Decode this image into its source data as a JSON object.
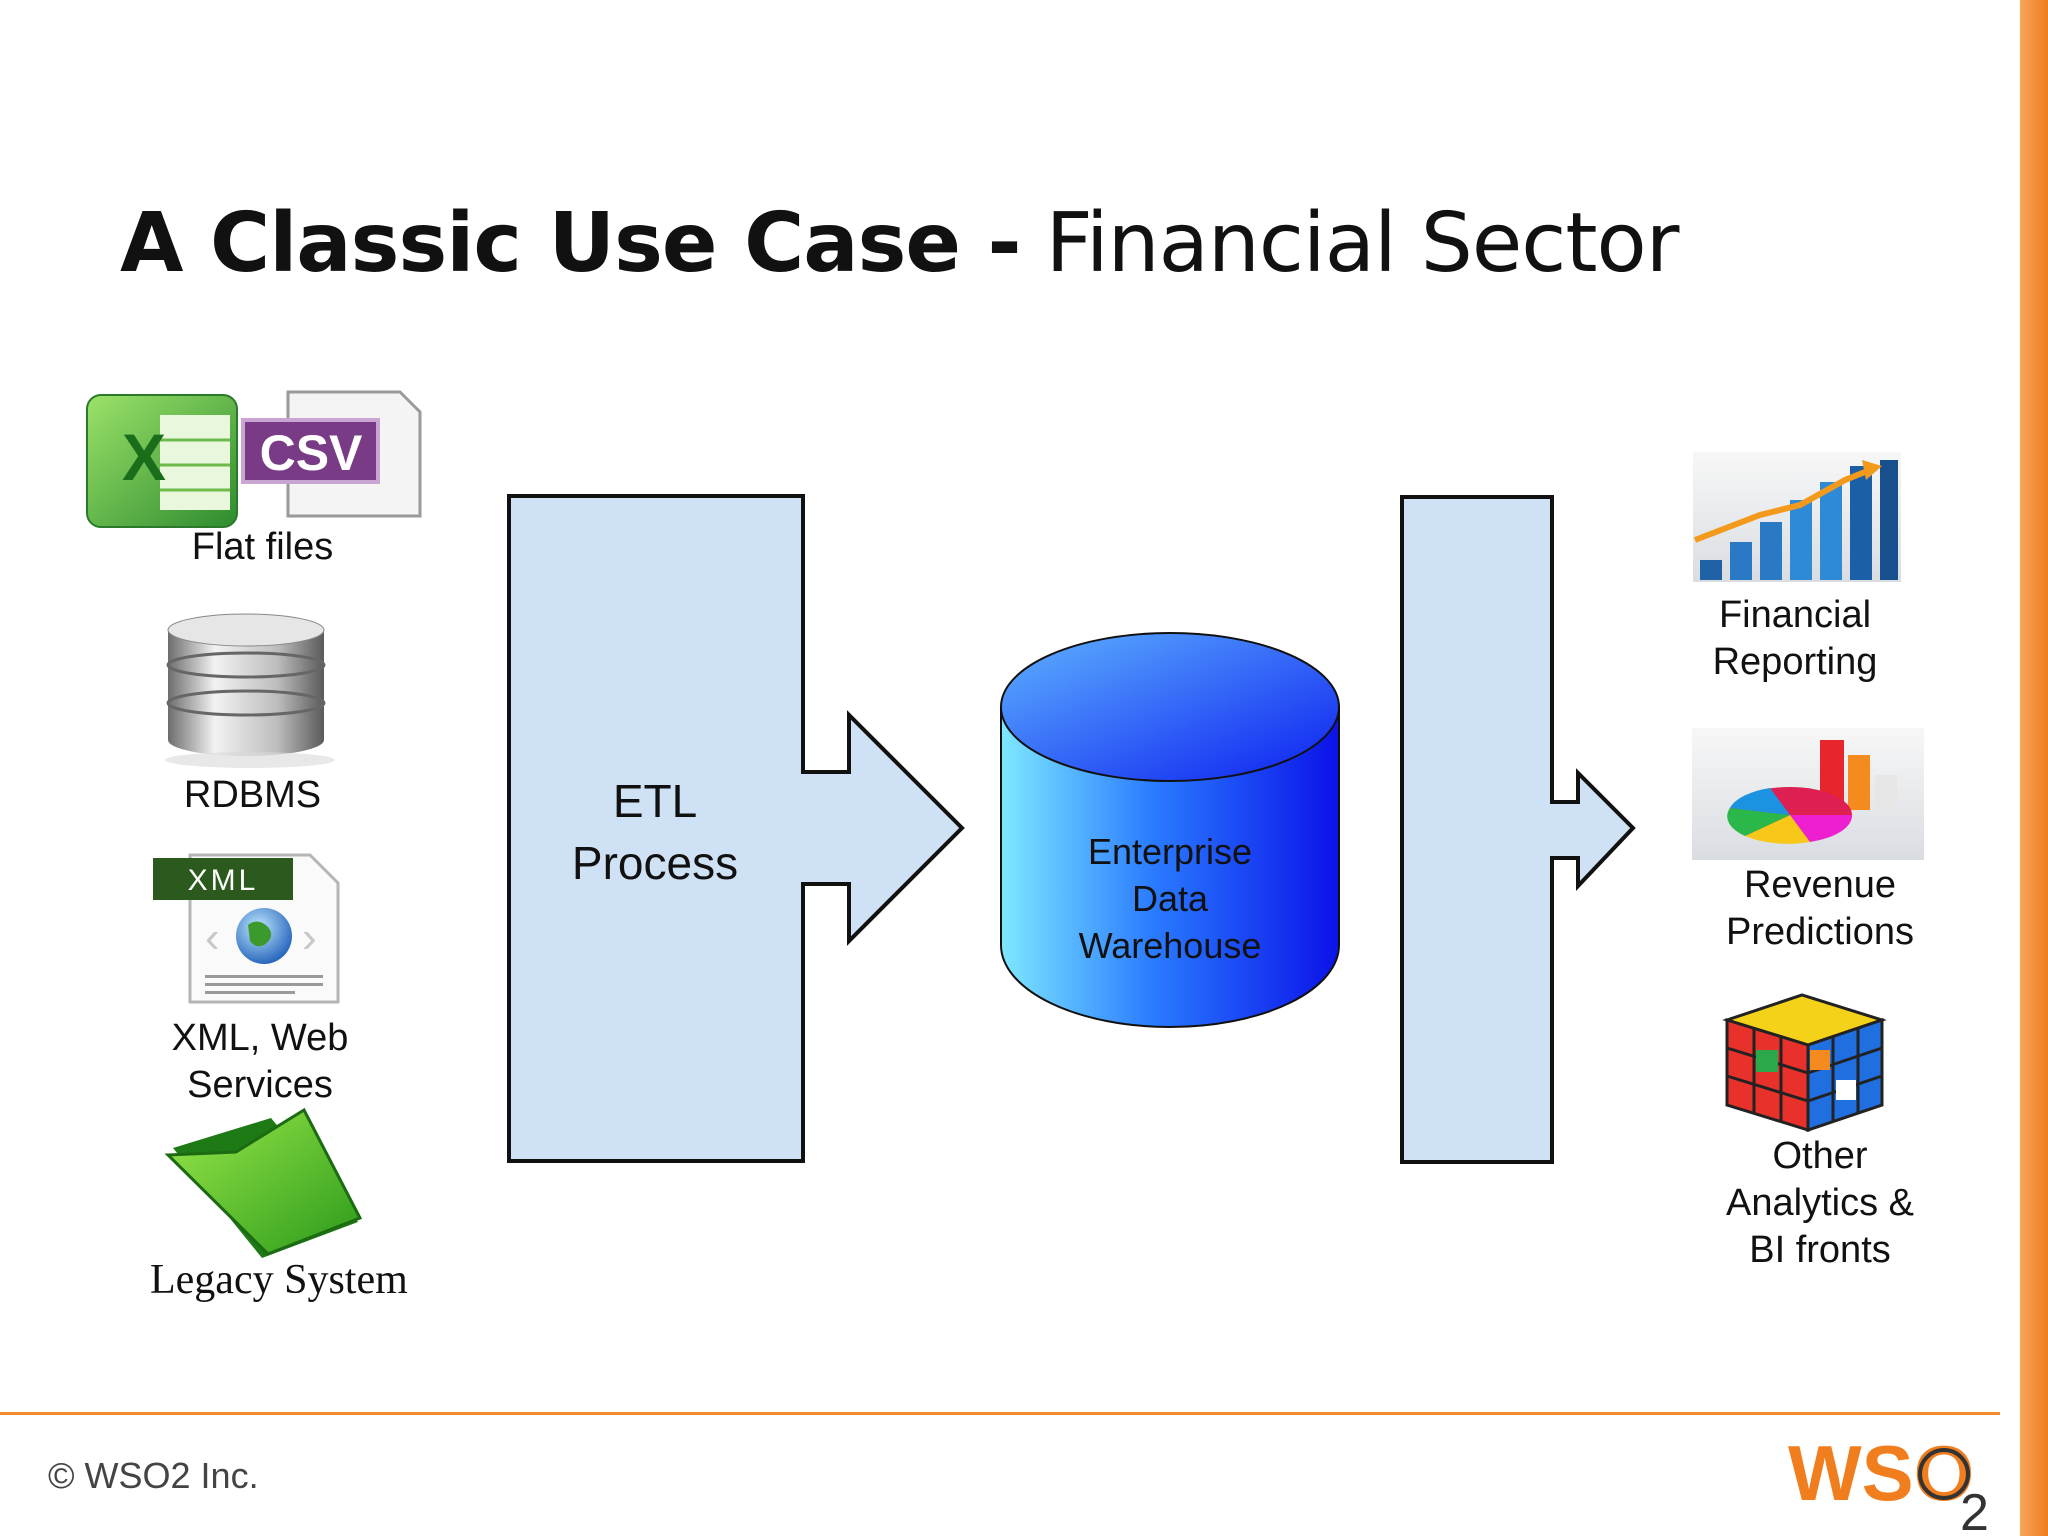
{
  "title": {
    "bold_part": "A Classic Use Case -",
    "light_part": "Financial Sector"
  },
  "sources": [
    {
      "id": "flat-files",
      "label": "Flat files",
      "icon": "excel-csv-icon",
      "badge": "CSV"
    },
    {
      "id": "rdbms",
      "label": "RDBMS",
      "icon": "database-stack-icon"
    },
    {
      "id": "xml",
      "label": "XML, Web\nServices",
      "icon": "xml-globe-icon",
      "badge": "XML"
    },
    {
      "id": "legacy",
      "label": "Legacy System",
      "icon": "green-folder-icon"
    }
  ],
  "etl": {
    "label": "ETL\nProcess"
  },
  "warehouse": {
    "label": "Enterprise\nData\nWarehouse"
  },
  "outputs": [
    {
      "id": "financial-reporting",
      "label": "Financial\nReporting",
      "icon": "bar-chart-arrow-icon"
    },
    {
      "id": "revenue-predictions",
      "label": "Revenue\nPredictions",
      "icon": "pie-chart-icon"
    },
    {
      "id": "other-analytics",
      "label": "Other\nAnalytics &\nBI fronts",
      "icon": "rubiks-cube-icon"
    }
  ],
  "footer": {
    "copyright": "© WSO2 Inc.",
    "logo_text": "WSO",
    "logo_sub": "2"
  },
  "colors": {
    "arrow_fill": "#cfe1f5",
    "cylinder_blue": "#1a3dff",
    "accent_orange": "#f08a2a",
    "logo_orange": "#f07d1e"
  }
}
